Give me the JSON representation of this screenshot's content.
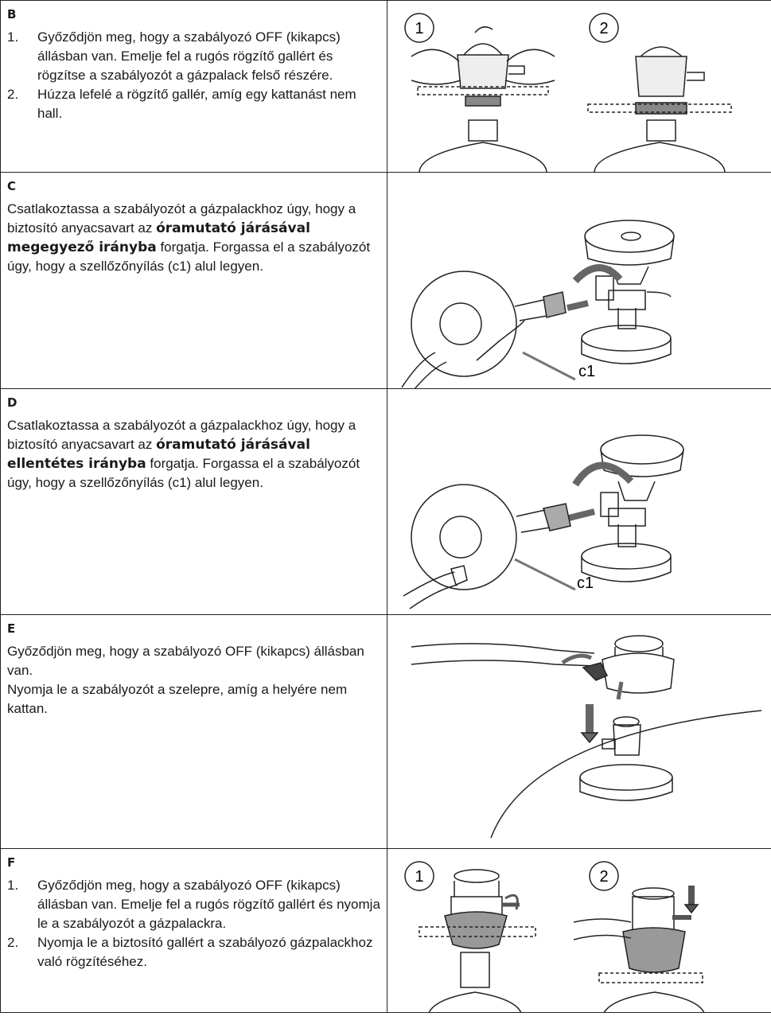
{
  "sections": {
    "b": {
      "letter": "B",
      "steps": [
        {
          "num": "1.",
          "text": "Győződjön meg, hogy a szabályozó OFF (kikapcs) állásban van. Emelje fel a rugós rögzítő gallért és rögzítse a szabályozót a gázpalack felső részére."
        },
        {
          "num": "2.",
          "text": "Húzza lefelé a rögzítő gallér, amíg egy kattanást nem hall."
        }
      ],
      "figure": {
        "label1": "1",
        "label2": "2"
      }
    },
    "c": {
      "letter": "C",
      "text1": "Csatlakoztassa a szabályozót a gázpalackhoz úgy, hogy a biztosító anyacsavart az ",
      "bold": "óramutató járásával megegyező irányba",
      "text2": " forgatja. Forgassa el a szabályozót úgy, hogy a szellőzőnyílás (c1) alul legyen.",
      "callout": "c1"
    },
    "d": {
      "letter": "D",
      "text1": "Csatlakoztassa a szabályozót a gázpalackhoz úgy, hogy a biztosító anyacsavart az ",
      "bold": "óramutató járásával ellentétes irányba",
      "text2": " forgatja. Forgassa el a szabályozót úgy, hogy a szellőzőnyílás (c1) alul legyen.",
      "callout": "c1"
    },
    "e": {
      "letter": "E",
      "text1": "Győződjön meg, hogy a szabályozó OFF (kikapcs) állásban van.",
      "text2": "Nyomja le a szabályozót a szelepre, amíg a helyére nem kattan."
    },
    "f": {
      "letter": "F",
      "steps": [
        {
          "num": "1.",
          "text": "Győződjön meg, hogy a szabályozó OFF (kikapcs) állásban van. Emelje fel a rugós rögzítő gallért és nyomja le a szabályozót a gázpalackra."
        },
        {
          "num": "2.",
          "text": "Nyomja le a biztosító gallért a szabályozó gázpalackhoz való rögzítéséhez."
        }
      ],
      "figure": {
        "label1": "1",
        "label2": "2"
      }
    }
  }
}
